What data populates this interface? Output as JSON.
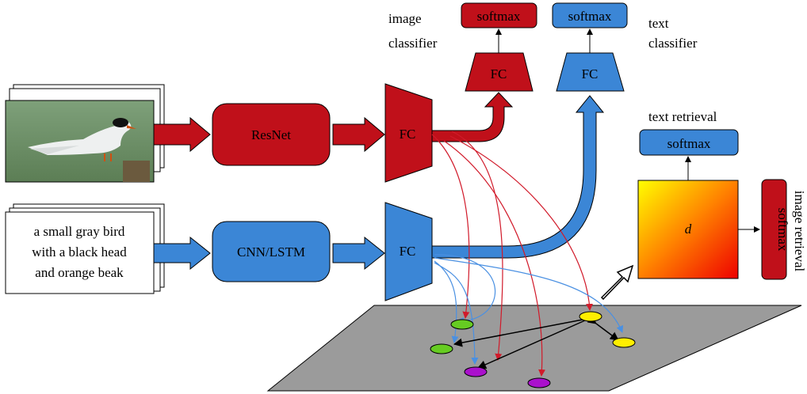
{
  "labels": {
    "image_classifier_line1": "image",
    "image_classifier_line2": "classifier",
    "text_classifier_line1": "text",
    "text_classifier_line2": "classifier",
    "text_retrieval": "text retrieval",
    "image_retrieval": "image retrieval",
    "softmax_image": "softmax",
    "softmax_text": "softmax",
    "softmax_text_retrieval": "softmax",
    "softmax_image_retrieval": "softmax",
    "fc_image_cls": "FC",
    "fc_text_cls": "FC",
    "fc_image": "FC",
    "fc_text": "FC",
    "resnet": "ResNet",
    "cnn_lstm": "CNN/LSTM",
    "distance": "d"
  },
  "input_text": {
    "line1": "a small gray bird",
    "line2": "with a black head",
    "line3": "and orange beak"
  },
  "colors": {
    "image_branch": "#c0101a",
    "text_branch": "#3b86d6",
    "embedding_plane": "#9b9b9b",
    "green_point": "#66cc22",
    "yellow_point": "#ffee00",
    "purple_point": "#aa11cc"
  },
  "icons": {
    "bird_photo": "bird-photo-icon",
    "big_arrow": "outline-arrow-icon"
  }
}
